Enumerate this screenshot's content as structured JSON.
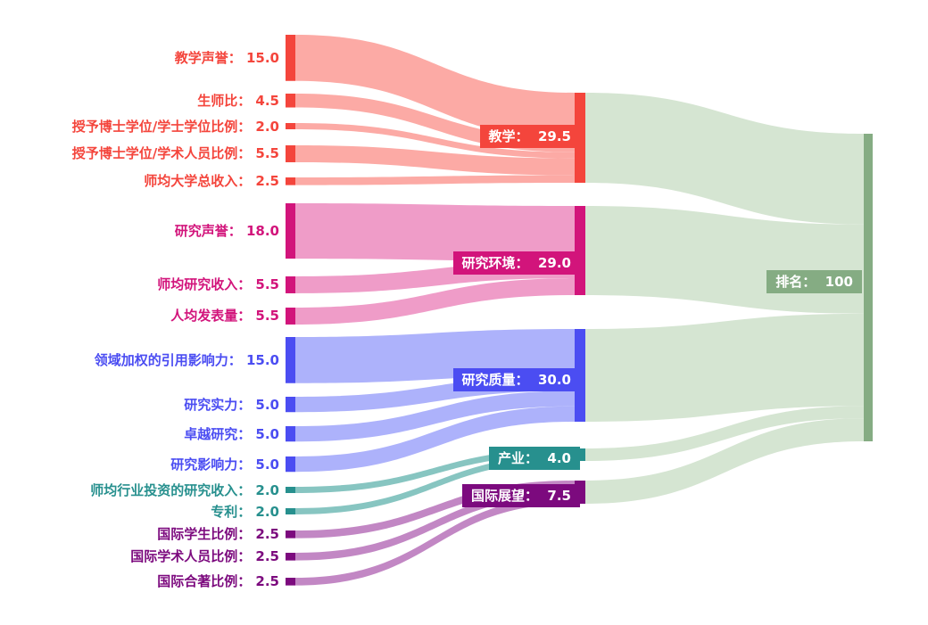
{
  "chart_data": {
    "type": "sankey",
    "title": "",
    "orientation": "left-to-right",
    "separator": "：",
    "background": "#ffffff",
    "target": {
      "id": "rank",
      "label": "排名",
      "value": 100,
      "value_text": "100",
      "node_color": "#85ac83",
      "flow_color": "#d5e5d2",
      "label_bg": "#85ac83"
    },
    "categories": [
      {
        "id": "teaching",
        "label": "教学",
        "value": 29.5,
        "value_text": "29.5",
        "node_color": "#f4453c",
        "flow_color": "#fcaaa5"
      },
      {
        "id": "research-environment",
        "label": "研究环境",
        "value": 29.0,
        "value_text": "29.0",
        "node_color": "#d2147b",
        "flow_color": "#ef9cc8"
      },
      {
        "id": "research-quality",
        "label": "研究质量",
        "value": 30.0,
        "value_text": "30.0",
        "node_color": "#4b4df2",
        "flow_color": "#adb2fb"
      },
      {
        "id": "industry",
        "label": "产业",
        "value": 4.0,
        "value_text": "4.0",
        "node_color": "#27908e",
        "flow_color": "#87c5c1"
      },
      {
        "id": "international-outlook",
        "label": "国际展望",
        "value": 7.5,
        "value_text": "7.5",
        "node_color": "#7c0a7e",
        "flow_color": "#c287c4"
      }
    ],
    "sources": [
      {
        "label": "教学声誉",
        "value": 15.0,
        "value_text": "15.0",
        "category": 0
      },
      {
        "label": "生师比",
        "value": 4.5,
        "value_text": "4.5",
        "category": 0
      },
      {
        "label": "授予博士学位/学士学位比例",
        "value": 2.0,
        "value_text": "2.0",
        "category": 0
      },
      {
        "label": "授予博士学位/学术人员比例",
        "value": 5.5,
        "value_text": "5.5",
        "category": 0
      },
      {
        "label": "师均大学总收入",
        "value": 2.5,
        "value_text": "2.5",
        "category": 0
      },
      {
        "label": "研究声誉",
        "value": 18.0,
        "value_text": "18.0",
        "category": 1
      },
      {
        "label": "师均研究收入",
        "value": 5.5,
        "value_text": "5.5",
        "category": 1
      },
      {
        "label": "人均发表量",
        "value": 5.5,
        "value_text": "5.5",
        "category": 1
      },
      {
        "label": "领域加权的引用影响力",
        "value": 15.0,
        "value_text": "15.0",
        "category": 2
      },
      {
        "label": "研究实力",
        "value": 5.0,
        "value_text": "5.0",
        "category": 2
      },
      {
        "label": "卓越研究",
        "value": 5.0,
        "value_text": "5.0",
        "category": 2
      },
      {
        "label": "研究影响力",
        "value": 5.0,
        "value_text": "5.0",
        "category": 2
      },
      {
        "label": "师均行业投资的研究收入",
        "value": 2.0,
        "value_text": "2.0",
        "category": 3
      },
      {
        "label": "专利",
        "value": 2.0,
        "value_text": "2.0",
        "category": 3
      },
      {
        "label": "国际学生比例",
        "value": 2.5,
        "value_text": "2.5",
        "category": 4
      },
      {
        "label": "国际学术人员比例",
        "value": 2.5,
        "value_text": "2.5",
        "category": 4
      },
      {
        "label": "国际合著比例",
        "value": 2.5,
        "value_text": "2.5",
        "category": 4
      }
    ]
  }
}
